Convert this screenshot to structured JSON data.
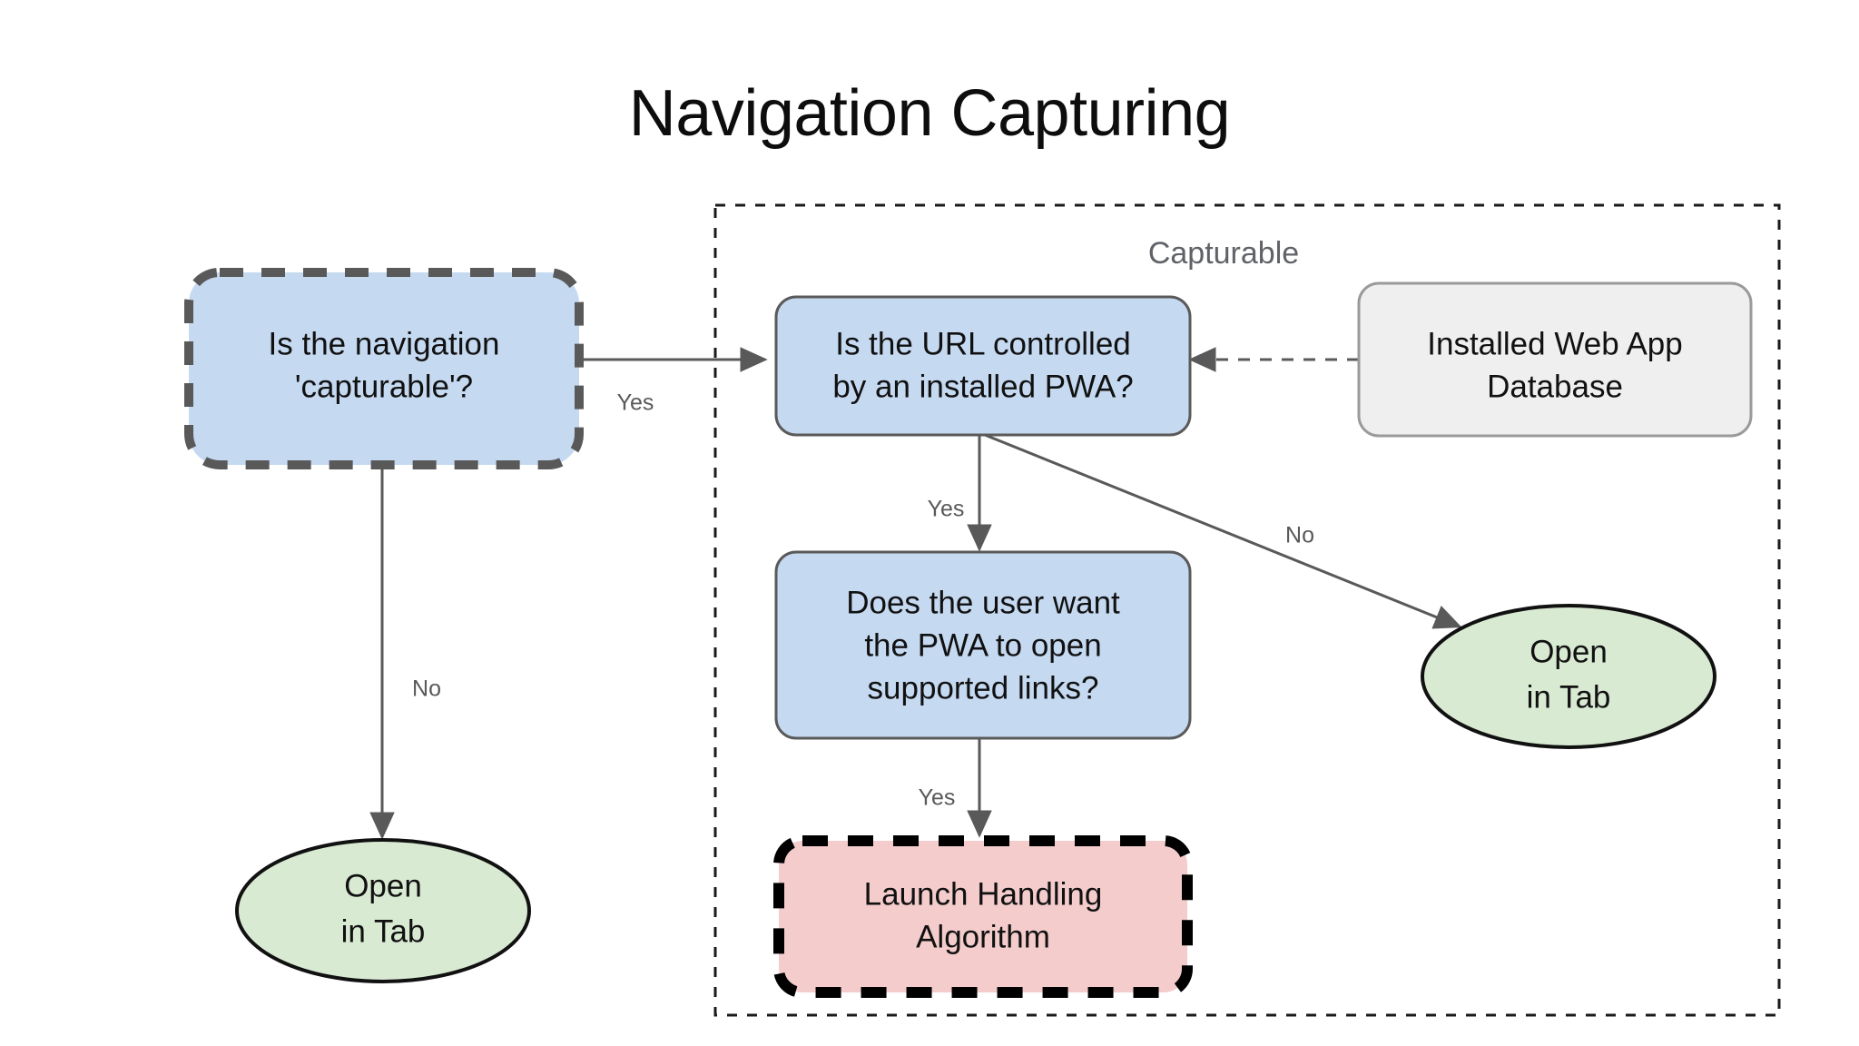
{
  "title": "Navigation Capturing",
  "group": {
    "label": "Capturable",
    "border_color": "#1a1a1a"
  },
  "colors": {
    "decision_fill": "#c5d9f1",
    "decision_stroke": "#5a5a5a",
    "dashed_stroke_gray": "#595959",
    "dashed_stroke_black": "#000000",
    "terminal_fill": "#d9ead3",
    "terminal_stroke": "#111111",
    "datastore_fill": "#efefef",
    "datastore_stroke": "#9a9a9a",
    "process_fill": "#f4cccc",
    "edge_stroke": "#595959",
    "label_text": "#595959",
    "group_text": "#5f6368"
  },
  "nodes": [
    {
      "id": "is-navigation-capturable",
      "name": "is-navigation-capturable-node",
      "shape": "rounded-rect",
      "style": "dashed-gray",
      "lines": [
        "Is the navigation",
        "'capturable'?"
      ]
    },
    {
      "id": "is-url-controlled-by-pwa",
      "name": "is-url-controlled-by-pwa-node",
      "shape": "rounded-rect",
      "style": "solid-blue",
      "lines": [
        "Is the URL controlled",
        "by an installed PWA?"
      ]
    },
    {
      "id": "installed-web-app-database",
      "name": "installed-web-app-database-node",
      "shape": "rounded-rect",
      "style": "datastore",
      "lines": [
        "Installed Web App",
        "Database"
      ]
    },
    {
      "id": "does-user-want-pwa-open-links",
      "name": "does-user-want-pwa-open-links-node",
      "shape": "rounded-rect",
      "style": "solid-blue",
      "lines": [
        "Does the user want",
        "the PWA to open",
        "supported links?"
      ]
    },
    {
      "id": "launch-handling-algorithm",
      "name": "launch-handling-algorithm-node",
      "shape": "rounded-rect",
      "style": "dashed-black",
      "lines": [
        "Launch Handling",
        "Algorithm"
      ]
    },
    {
      "id": "open-in-tab-left",
      "name": "open-in-tab-left-node",
      "shape": "ellipse",
      "style": "terminal",
      "lines": [
        "Open",
        "in Tab"
      ]
    },
    {
      "id": "open-in-tab-right",
      "name": "open-in-tab-right-node",
      "shape": "ellipse",
      "style": "terminal",
      "lines": [
        "Open",
        "in Tab"
      ]
    }
  ],
  "edges": [
    {
      "id": "capturable-yes",
      "name": "edge-capturable-yes",
      "label": "Yes",
      "from": "is-navigation-capturable",
      "to": "is-url-controlled-by-pwa",
      "style": "solid"
    },
    {
      "id": "capturable-no",
      "name": "edge-capturable-no",
      "label": "No",
      "from": "is-navigation-capturable",
      "to": "open-in-tab-left",
      "style": "solid"
    },
    {
      "id": "database-lookup",
      "name": "edge-database-lookup",
      "label": "",
      "from": "installed-web-app-database",
      "to": "is-url-controlled-by-pwa",
      "style": "dashed"
    },
    {
      "id": "url-yes",
      "name": "edge-url-yes",
      "label": "Yes",
      "from": "is-url-controlled-by-pwa",
      "to": "does-user-want-pwa-open-links",
      "style": "solid"
    },
    {
      "id": "url-no",
      "name": "edge-url-no",
      "label": "No",
      "from": "is-url-controlled-by-pwa",
      "to": "open-in-tab-right",
      "style": "solid"
    },
    {
      "id": "user-wants-yes",
      "name": "edge-user-wants-yes",
      "label": "Yes",
      "from": "does-user-want-pwa-open-links",
      "to": "launch-handling-algorithm",
      "style": "solid"
    }
  ]
}
